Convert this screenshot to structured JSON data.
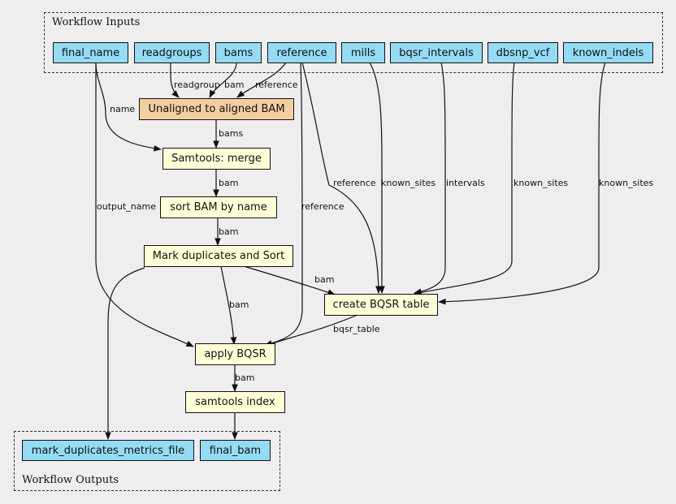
{
  "clusters": {
    "inputs_label": "Workflow Inputs",
    "outputs_label": "Workflow Outputs"
  },
  "inputs": {
    "final_name": "final_name",
    "readgroups": "readgroups",
    "bams": "bams",
    "reference": "reference",
    "mills": "mills",
    "bqsr_intervals": "bqsr_intervals",
    "dbsnp_vcf": "dbsnp_vcf",
    "known_indels": "known_indels"
  },
  "steps": {
    "unaligned_to_aligned": "Unaligned to aligned BAM",
    "samtools_merge": "Samtools: merge",
    "sort_bam": "sort BAM by name",
    "mark_duplicates": "Mark duplicates and Sort",
    "create_bqsr": "create BQSR table",
    "apply_bqsr": "apply BQSR",
    "samtools_index": "samtools index"
  },
  "outputs": {
    "metrics_file": "mark_duplicates_metrics_file",
    "final_bam": "final_bam"
  },
  "edges": {
    "readgroup": "readgroup",
    "bam": "bam",
    "reference": "reference",
    "name": "name",
    "bams": "bams",
    "output_name": "output_name",
    "known_sites": "known_sites",
    "intervals": "intervals",
    "bqsr_table": "bqsr_table"
  },
  "colors": {
    "input_fill": "#94dbf4",
    "step_fill": "#ffffd7",
    "subworkflow_fill": "#f3cea1",
    "background": "#eeeeee"
  }
}
